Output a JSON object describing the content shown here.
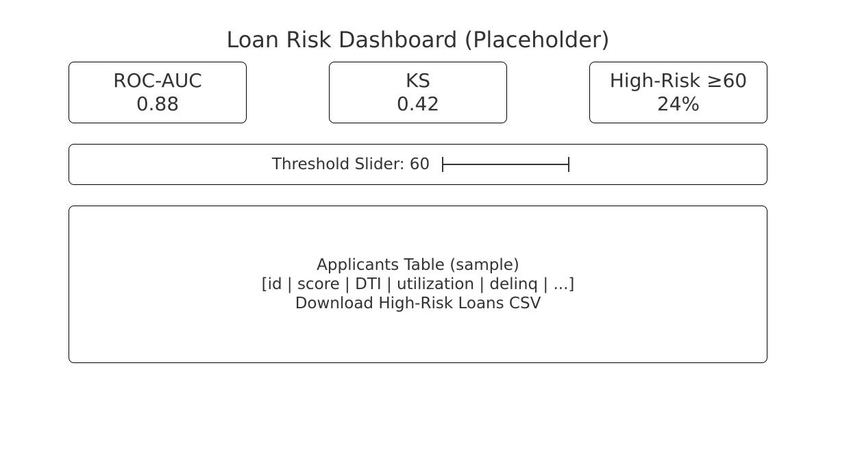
{
  "page": {
    "title": "Loan Risk Dashboard (Placeholder)"
  },
  "kpis": [
    {
      "label": "ROC-AUC",
      "value": "0.88"
    },
    {
      "label": "KS",
      "value": "0.42"
    },
    {
      "label": "High-Risk ≥60",
      "value": "24%"
    }
  ],
  "slider": {
    "label": "Threshold Slider: 60",
    "value": 60
  },
  "applicants": {
    "heading": "Applicants Table (sample)",
    "columns_text": "[id | score | DTI | utilization | delinq | ...]",
    "download_label": "Download High-Risk Loans CSV"
  },
  "colors": {
    "text": "#333333",
    "border": "#000000",
    "background": "#ffffff"
  }
}
